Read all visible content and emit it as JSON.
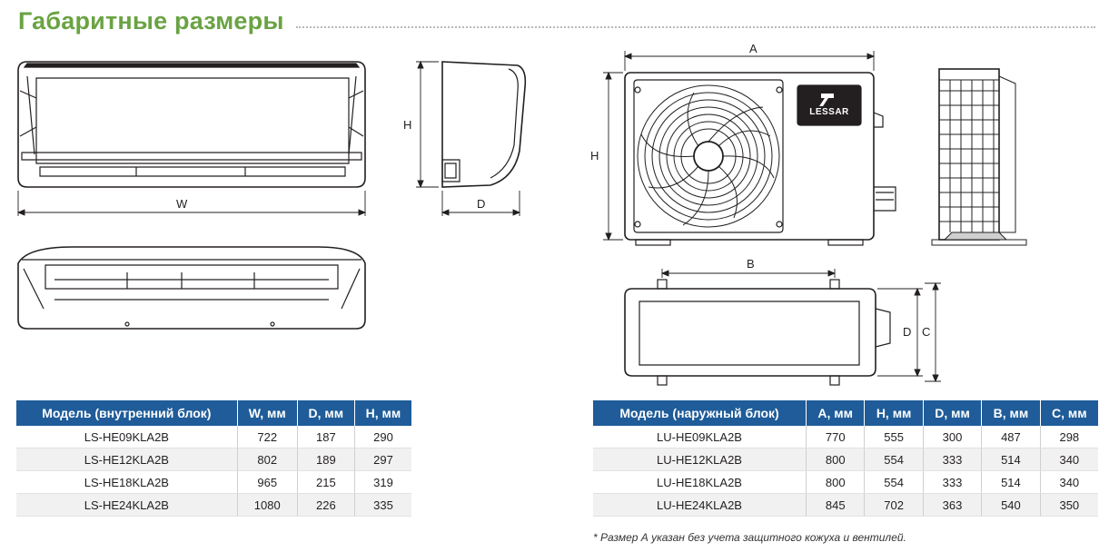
{
  "title": "Габаритные размеры",
  "logo_text": "LESSAR",
  "dimension_labels": {
    "indoor_width": "W",
    "indoor_height": "H",
    "indoor_depth": "D",
    "outdoor_a": "A",
    "outdoor_h": "H",
    "outdoor_b": "B",
    "outdoor_d": "D",
    "outdoor_c": "C"
  },
  "indoor_table": {
    "headers": [
      "Модель (внутренний блок)",
      "W, мм",
      "D, мм",
      "H, мм"
    ],
    "rows": [
      [
        "LS-HE09KLA2B",
        "722",
        "187",
        "290"
      ],
      [
        "LS-HE12KLA2B",
        "802",
        "189",
        "297"
      ],
      [
        "LS-HE18KLA2B",
        "965",
        "215",
        "319"
      ],
      [
        "LS-HE24KLA2B",
        "1080",
        "226",
        "335"
      ]
    ]
  },
  "outdoor_table": {
    "headers": [
      "Модель (наружный блок)",
      "A, мм",
      "H, мм",
      "D, мм",
      "B, мм",
      "C, мм"
    ],
    "rows": [
      [
        "LU-HE09KLA2B",
        "770",
        "555",
        "300",
        "487",
        "298"
      ],
      [
        "LU-HE12KLA2B",
        "800",
        "554",
        "333",
        "514",
        "340"
      ],
      [
        "LU-HE18KLA2B",
        "800",
        "554",
        "333",
        "514",
        "340"
      ],
      [
        "LU-HE24KLA2B",
        "845",
        "702",
        "363",
        "540",
        "350"
      ]
    ]
  },
  "footnote": "* Размер А указан без учета защитного кожуха и вентилей."
}
